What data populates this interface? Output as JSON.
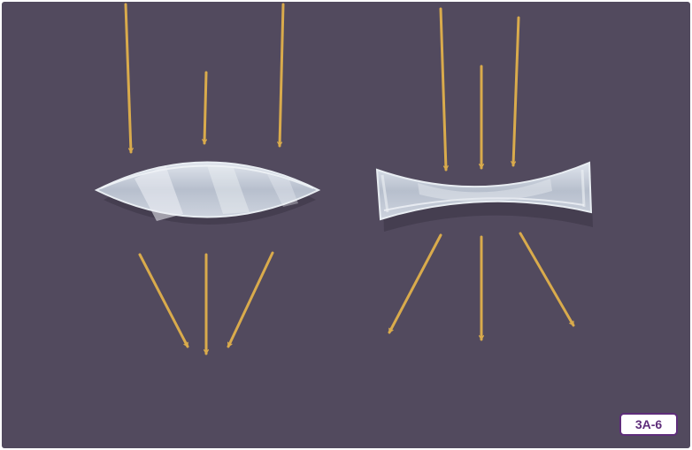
{
  "figure_label": "3A-6",
  "colors": {
    "background": "#524a5e",
    "ray": "#d9ab4c",
    "lens_fill": "#c2c9d6",
    "lens_edge": "#e8edf2",
    "label_accent": "#5e2d7a"
  },
  "diagram": {
    "left_lens": {
      "type": "convex",
      "behavior": "converging"
    },
    "right_lens": {
      "type": "concave",
      "behavior": "diverging"
    }
  }
}
